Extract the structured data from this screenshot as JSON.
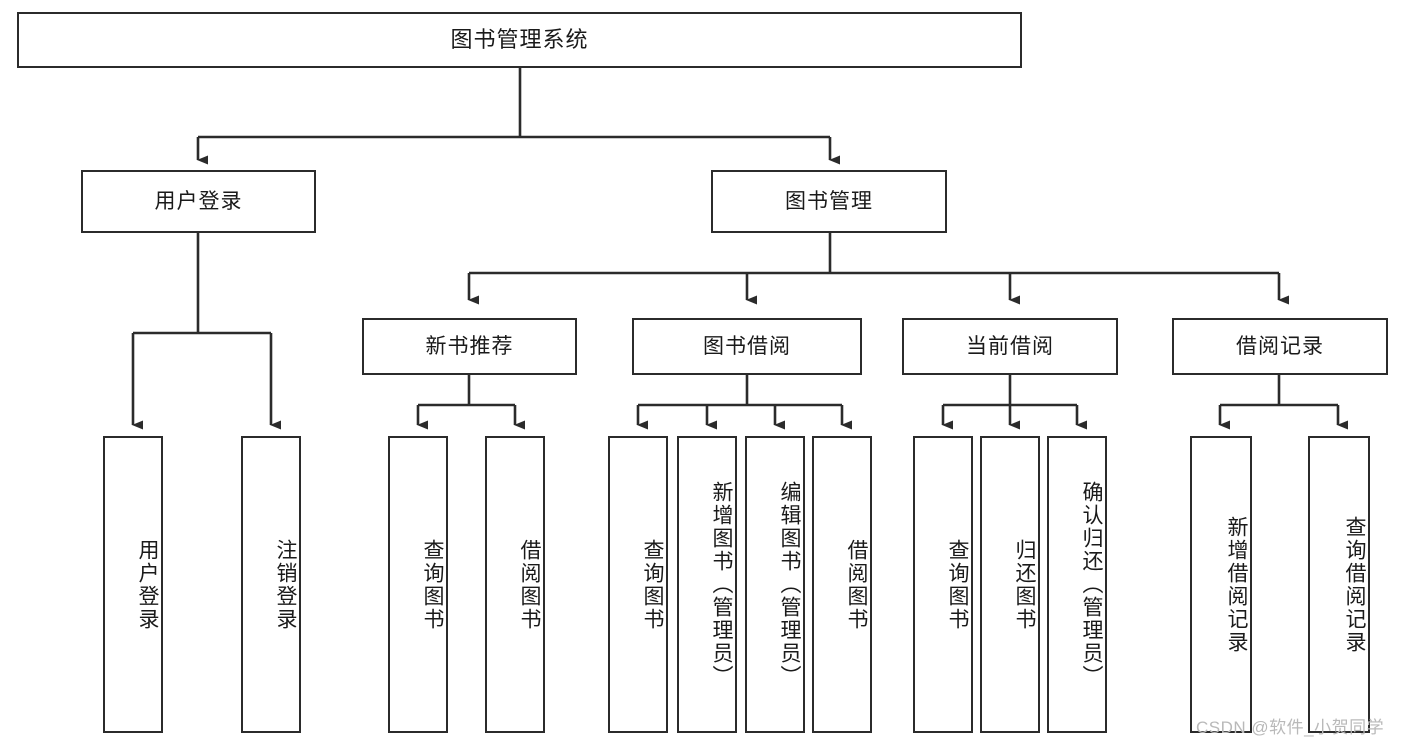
{
  "diagram": {
    "title": "图书管理系统",
    "type": "tree-structure-chart",
    "root": {
      "label": "图书管理系统"
    },
    "level2": [
      {
        "label": "用户登录"
      },
      {
        "label": "图书管理"
      }
    ],
    "level3": [
      {
        "label": "新书推荐"
      },
      {
        "label": "图书借阅"
      },
      {
        "label": "当前借阅"
      },
      {
        "label": "借阅记录"
      }
    ],
    "leaves": {
      "user_login": [
        {
          "label": "用户登录"
        },
        {
          "label": "注销登录"
        }
      ],
      "new_book_recommend": [
        {
          "label": "查询图书"
        },
        {
          "label": "借阅图书"
        }
      ],
      "book_borrow": [
        {
          "label": "查询图书"
        },
        {
          "label": "新增图书（管理员）"
        },
        {
          "label": "编辑图书（管理员）"
        },
        {
          "label": "借阅图书"
        }
      ],
      "current_borrow": [
        {
          "label": "查询图书"
        },
        {
          "label": "归还图书"
        },
        {
          "label": "确认归还（管理员）"
        }
      ],
      "borrow_record": [
        {
          "label": "新增借阅记录"
        },
        {
          "label": "查询借阅记录"
        }
      ]
    }
  },
  "watermark": {
    "text": "CSDN @软件_小贺同学"
  },
  "colors": {
    "stroke": "#2b2b2b",
    "background": "#ffffff",
    "text": "#1a1a1a",
    "watermark": "#b9b9b9"
  }
}
